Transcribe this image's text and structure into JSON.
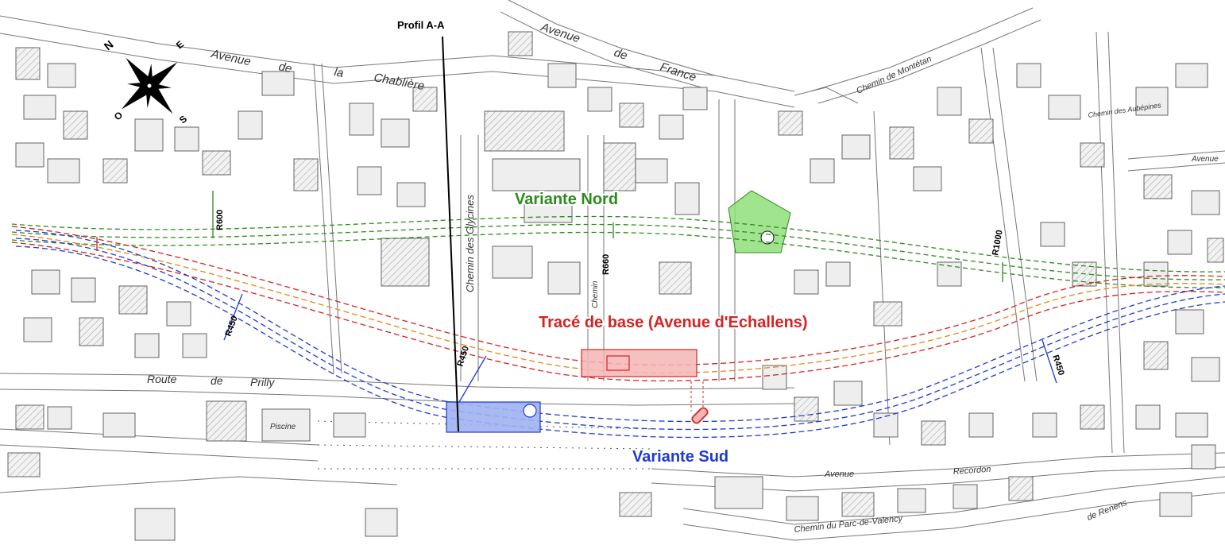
{
  "colors": {
    "nord": "#2e8a1e",
    "base": "#d42323",
    "sud": "#1f3ad0",
    "base_orange": "#e08a1a",
    "station_green": "#8fe07a",
    "station_red": "#f5b5b5",
    "station_blue": "#9fb3ef",
    "building_fill": "#eeeeee",
    "building_stroke": "#555555",
    "street_line": "#777777"
  },
  "profile": {
    "label": "Profil A-A"
  },
  "compass": {
    "n": "N",
    "e": "E",
    "s": "S",
    "o": "O"
  },
  "routes": {
    "nord": {
      "label": "Variante Nord"
    },
    "base": {
      "label": "Tracé de base (Avenue d'Echallens)"
    },
    "sud": {
      "label": "Variante Sud"
    }
  },
  "radius_labels": {
    "r600": "R600",
    "r660": "R660",
    "r1000": "R1000",
    "r450_west": "R450",
    "r450_mid": "R450",
    "r450_east": "R450"
  },
  "streets": {
    "france_1": "Avenue",
    "france_2": "de",
    "france_3": "France",
    "chablière_1": "Avenue",
    "chablière_2": "de",
    "chablière_3": "la",
    "chablière_4": "Chablière",
    "prilly_1": "Route",
    "prilly_2": "de",
    "prilly_3": "Prilly",
    "morges": "Chemin des Glycines",
    "recordon": "Avenue",
    "recordon_2": "Recordon",
    "valency": "Chemin du Parc-de-Valency",
    "montetan": "Chemin de Montétan",
    "aubepines": "Chemin des Aubépines",
    "avenue_ne": "Avenue",
    "renens": "de Renens",
    "glycines_lbl": "Chemin"
  },
  "places": {
    "piscine": "Piscine"
  }
}
